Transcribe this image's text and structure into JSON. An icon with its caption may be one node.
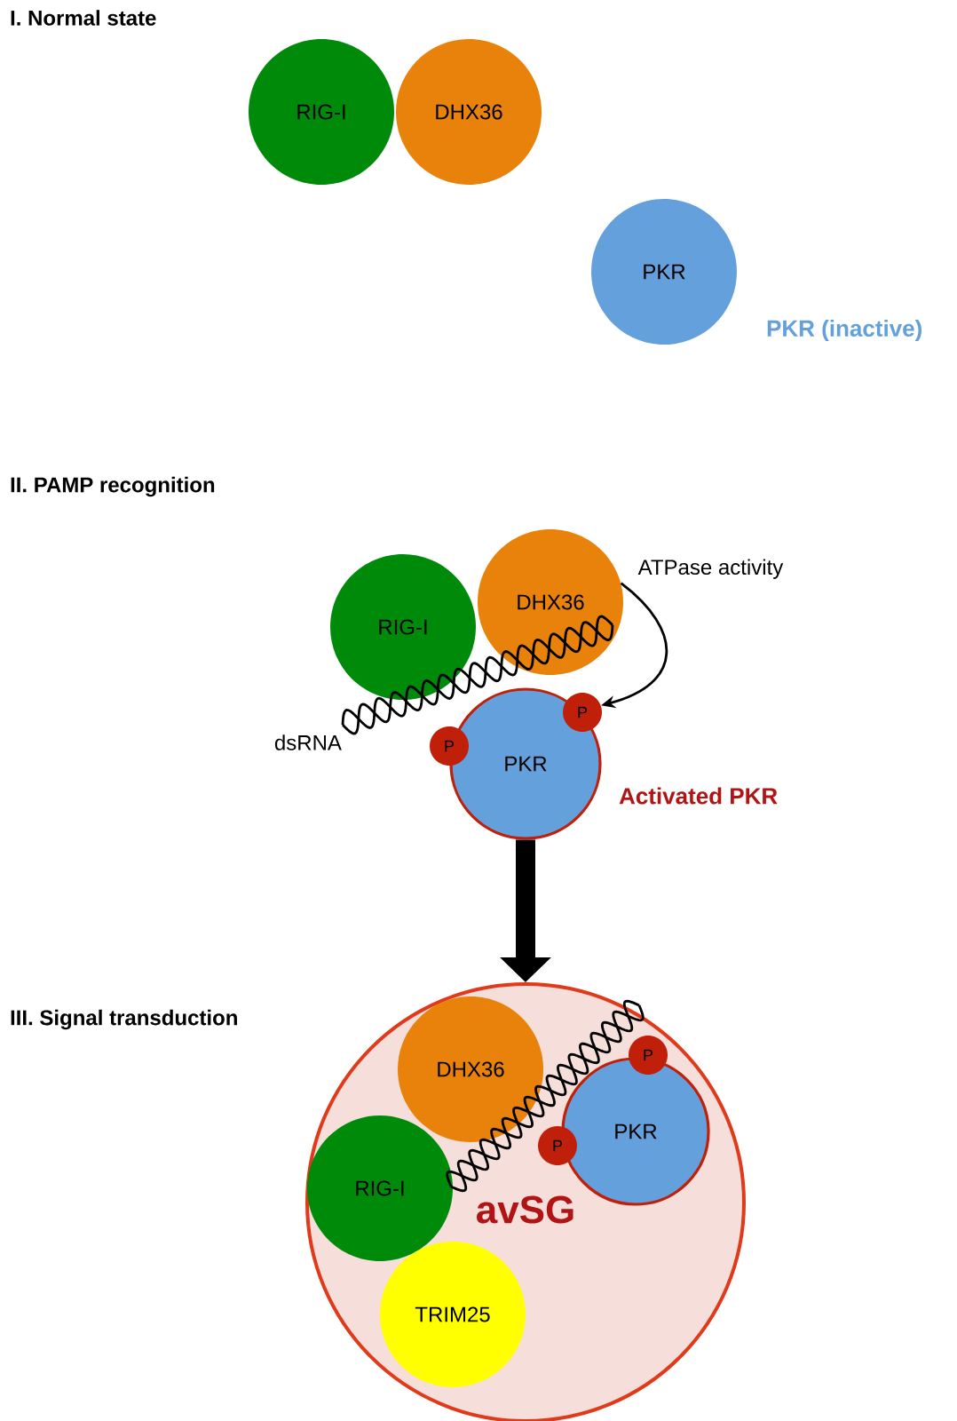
{
  "diagram": {
    "nodes": [
      {
        "text": [
          "RIG-I"
        ]
      },
      {
        "text": [
          "DHX36"
        ]
      },
      {
        "text": [
          "PKR"
        ],
        "beside": [
          "PKR (inactive)"
        ]
      },
      {
        "text": [
          "RIG-I"
        ]
      },
      {
        "text": [
          "DHX36"
        ]
      },
      {
        "text": [
          "PKR"
        ],
        "beside": [
          "Activated PKR"
        ]
      },
      {
        "text": [
          "P"
        ]
      },
      {
        "text": [
          "P"
        ]
      },
      {
        "text": [
          "avSG"
        ]
      },
      {
        "text": [
          "DHX36"
        ],
        "in": 8
      },
      {
        "text": [
          "PKR"
        ],
        "in": 8
      },
      {
        "text": [
          "P"
        ],
        "in": 8
      },
      {
        "text": [
          "P"
        ],
        "in": 8
      },
      {
        "text": [
          "RIG-I"
        ],
        "in": 8
      },
      {
        "text": [
          "TRIM25"
        ],
        "in": 8
      }
    ],
    "edges": [
      {
        "from": 4,
        "to": 7,
        "arrow": "to",
        "label": "ATPase activity"
      },
      {
        "from": 5,
        "to": 8,
        "arrow": "to",
        "style": "thick"
      }
    ],
    "labels": [
      "I. Normal state",
      "II. PAMP recognition",
      "dsRNA",
      "III. Signal transduction"
    ]
  }
}
